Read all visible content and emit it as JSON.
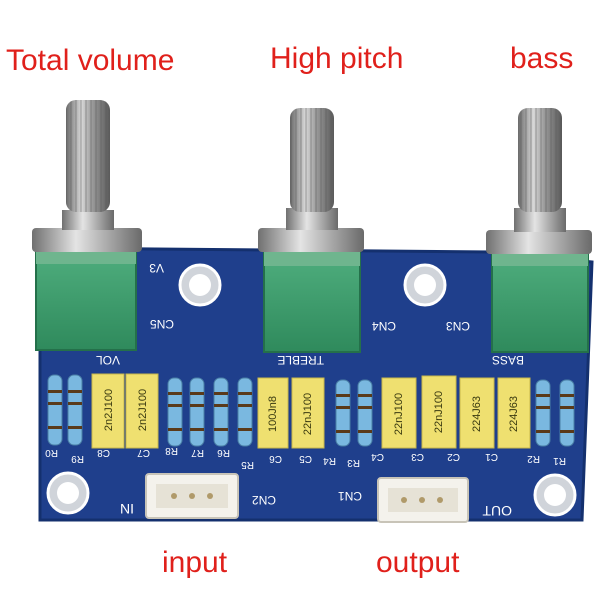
{
  "labels": {
    "total_volume": "Total volume",
    "high_pitch": "High pitch",
    "bass": "bass",
    "input": "input",
    "output": "output"
  },
  "silkscreen": {
    "v3": "V3",
    "cn5": "CN5",
    "cn4": "CN4",
    "cn3": "CN3",
    "vol": "VOL",
    "treble": "TREBLE",
    "bass": "BASS",
    "cn2": "CN2",
    "cn1": "CN1",
    "in": "IN",
    "out": "OUT",
    "r0": "R0",
    "r9": "R9",
    "c8": "C8",
    "c7": "C7",
    "r8": "R8",
    "r7": "R7",
    "r6": "R6",
    "r5": "R5",
    "c6": "C6",
    "c5": "C5",
    "r4": "R4",
    "r3": "R3",
    "c4": "C4",
    "c3": "C3",
    "c2": "C2",
    "c1": "C1",
    "r2": "R2",
    "r1": "R1"
  },
  "capacitor_markings": {
    "c8": "2n2J100",
    "c7": "2n2J100",
    "c6": "100Jn8",
    "c5": "22nJ100",
    "c4": "22nJ100",
    "c3": "22nJ100",
    "c2": "224J63",
    "c1": "224J63"
  },
  "colors": {
    "label": "#e0201b",
    "pcb": "#1f3f8c",
    "pot_body": "#3f9d6f",
    "capacitor": "#efe070"
  }
}
